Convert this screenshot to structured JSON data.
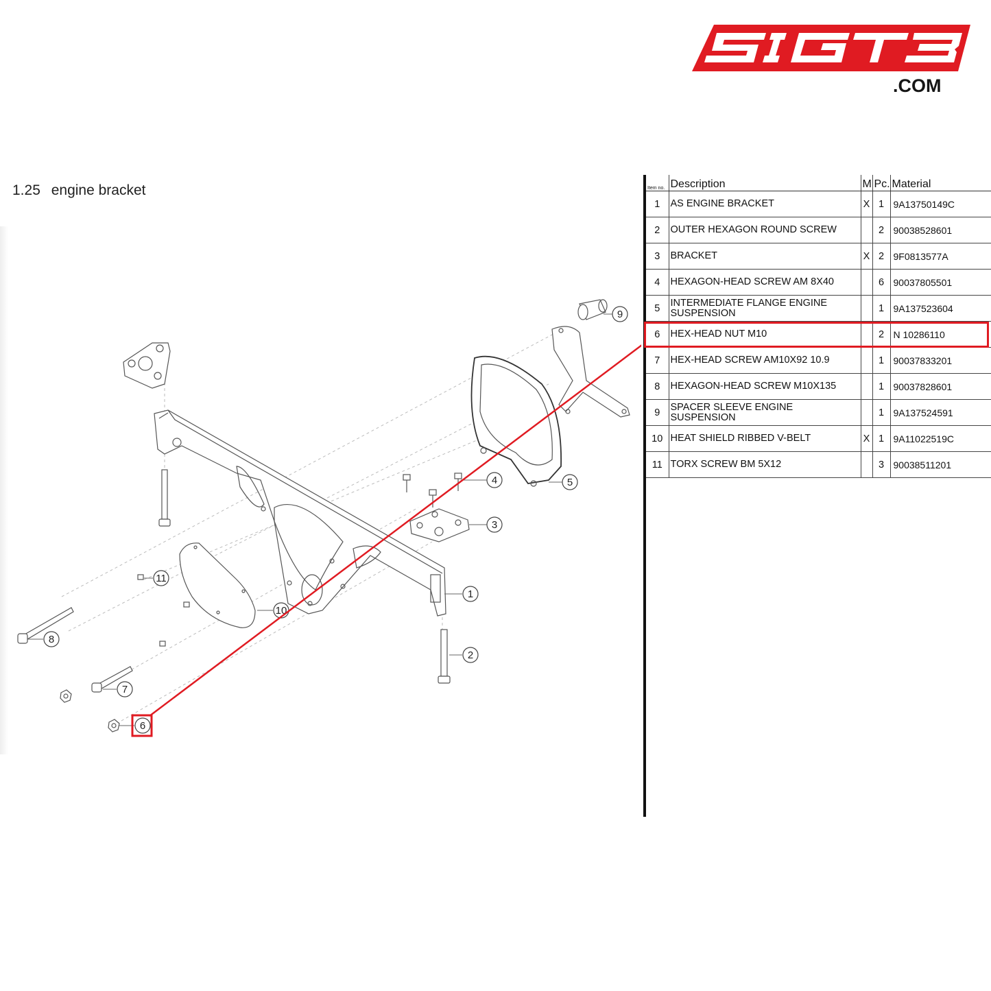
{
  "logo": {
    "text": "SIGT3",
    "domain": ".COM",
    "color": "#e01b22"
  },
  "section": {
    "number": "1.25",
    "title": "engine bracket"
  },
  "table": {
    "headers": {
      "item": "Item no.",
      "description": "Description",
      "m": "M",
      "pc": "Pc.",
      "material": "Material"
    },
    "rows": [
      {
        "item": "1",
        "description": "AS ENGINE BRACKET",
        "m": "X",
        "pc": "1",
        "material": "9A13750149C"
      },
      {
        "item": "2",
        "description": "OUTER HEXAGON ROUND SCREW",
        "m": "",
        "pc": "2",
        "material": "90038528601"
      },
      {
        "item": "3",
        "description": "BRACKET",
        "m": "X",
        "pc": "2",
        "material": "9F0813577A"
      },
      {
        "item": "4",
        "description": "HEXAGON-HEAD SCREW AM 8X40",
        "m": "",
        "pc": "6",
        "material": "90037805501"
      },
      {
        "item": "5",
        "description": "INTERMEDIATE FLANGE ENGINE SUSPENSION",
        "m": "",
        "pc": "1",
        "material": "9A137523604"
      },
      {
        "item": "6",
        "description": "HEX-HEAD NUT M10",
        "m": "",
        "pc": "2",
        "material": "N 10286110"
      },
      {
        "item": "7",
        "description": "HEX-HEAD SCREW AM10X92 10.9",
        "m": "",
        "pc": "1",
        "material": "90037833201"
      },
      {
        "item": "8",
        "description": "HEXAGON-HEAD SCREW M10X135",
        "m": "",
        "pc": "1",
        "material": "90037828601"
      },
      {
        "item": "9",
        "description": "SPACER SLEEVE ENGINE SUSPENSION",
        "m": "",
        "pc": "1",
        "material": "9A137524591"
      },
      {
        "item": "10",
        "description": "HEAT SHIELD RIBBED V-BELT",
        "m": "X",
        "pc": "1",
        "material": "9A11022519C"
      },
      {
        "item": "11",
        "description": "TORX SCREW BM 5X12",
        "m": "",
        "pc": "3",
        "material": "90038511201"
      }
    ],
    "highlighted_item": "6",
    "highlight_color": "#e01b22"
  },
  "diagram": {
    "callouts": [
      "1",
      "2",
      "3",
      "4",
      "5",
      "6",
      "7",
      "8",
      "9",
      "10",
      "11"
    ],
    "highlighted_callout": "6"
  }
}
